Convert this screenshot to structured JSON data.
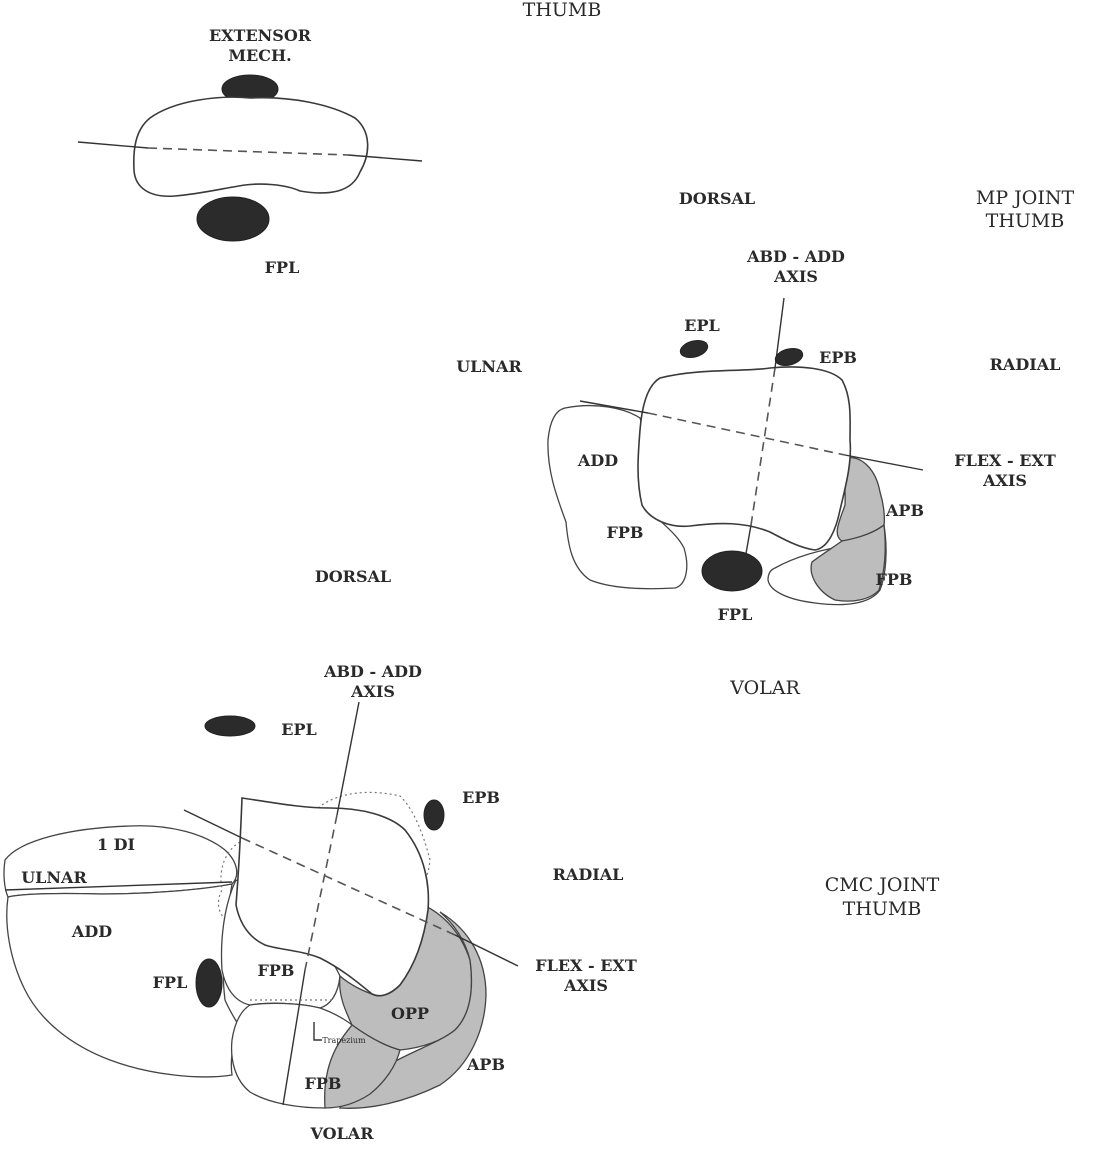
{
  "top_panel": {
    "heading": "THUMB",
    "extensor_label": [
      "EXTENSOR",
      "MECH."
    ],
    "fpl_label": "FPL"
  },
  "mp_panel": {
    "title": [
      "MP JOINT",
      "THUMB"
    ],
    "dorsal": "DORSAL",
    "ulnar": "ULNAR",
    "radial": "RADIAL",
    "volar": "VOLAR",
    "abd_add_axis": [
      "ABD - ADD",
      "AXIS"
    ],
    "flex_ext_axis": [
      "FLEX - EXT",
      "AXIS"
    ],
    "epl": "EPL",
    "epb": "EPB",
    "add": "ADD",
    "fpb_ulnar": "FPB",
    "fpl": "FPL",
    "apb": "APB",
    "fpb_radial": "FPB"
  },
  "cmc_panel": {
    "title": [
      "CMC JOINT",
      "THUMB"
    ],
    "dorsal": "DORSAL",
    "abd_add_axis": [
      "ABD - ADD",
      "AXIS"
    ],
    "flex_ext_axis": [
      "FLEX - EXT",
      "AXIS"
    ],
    "epl": "EPL",
    "epb": "EPB",
    "first_di": "1 DI",
    "ulnar": "ULNAR",
    "radial": "RADIAL",
    "add": "ADD",
    "fpl": "FPL",
    "fpb_upper": "FPB",
    "opp": "OPP",
    "trapezium": "Trapezium",
    "apb": "APB",
    "fpb_lower": "FPB",
    "volar": "VOLAR"
  }
}
